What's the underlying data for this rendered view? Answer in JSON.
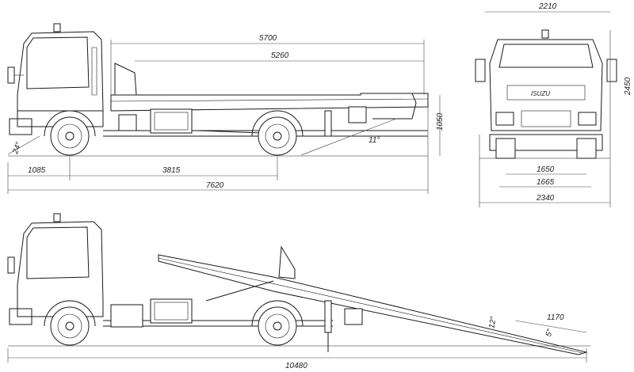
{
  "dimensions": {
    "platform_length": "5700",
    "platform_deck": "5260",
    "front_overhang": "1085",
    "wheelbase": "3815",
    "overall_length": "7620",
    "platform_height": "1050",
    "approach_angle": "24°",
    "platform_angle": "11°",
    "width_top": "2210",
    "height": "2450",
    "track_rear": "1650",
    "track_front": "1665",
    "overall_width": "2340",
    "tilted_length": "10480",
    "tilt_angle": "12°",
    "ramp_length": "1170",
    "ramp_angle": "5°"
  },
  "brand": "ISUZU"
}
